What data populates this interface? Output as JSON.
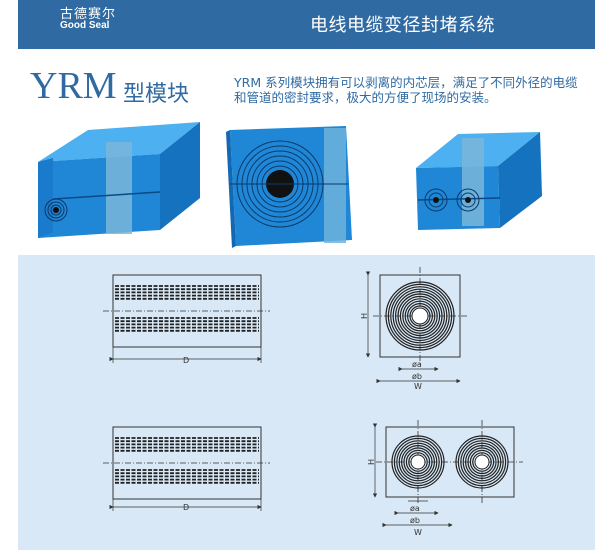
{
  "header": {
    "brand_cn": "古德赛尔",
    "brand_en": "Good Seal",
    "title": "电线电缆变径封堵系统"
  },
  "module": {
    "model_en": "YRM",
    "model_cn": "型模块",
    "description": "YRM 系列模块拥有可以剥离的内芯层，满足了不同外径的电缆和管道的密封要求，极大的方便了现场的安装。"
  },
  "diagrams": {
    "length_label": "D",
    "height_label": "H",
    "inner_dia_label": "øa",
    "outer_dia_label": "øb",
    "width_label": "W"
  },
  "colors": {
    "header_bg": "#2f6aa2",
    "module_blue": "#1f8ad8",
    "panel_bg": "#d8e8f6"
  }
}
